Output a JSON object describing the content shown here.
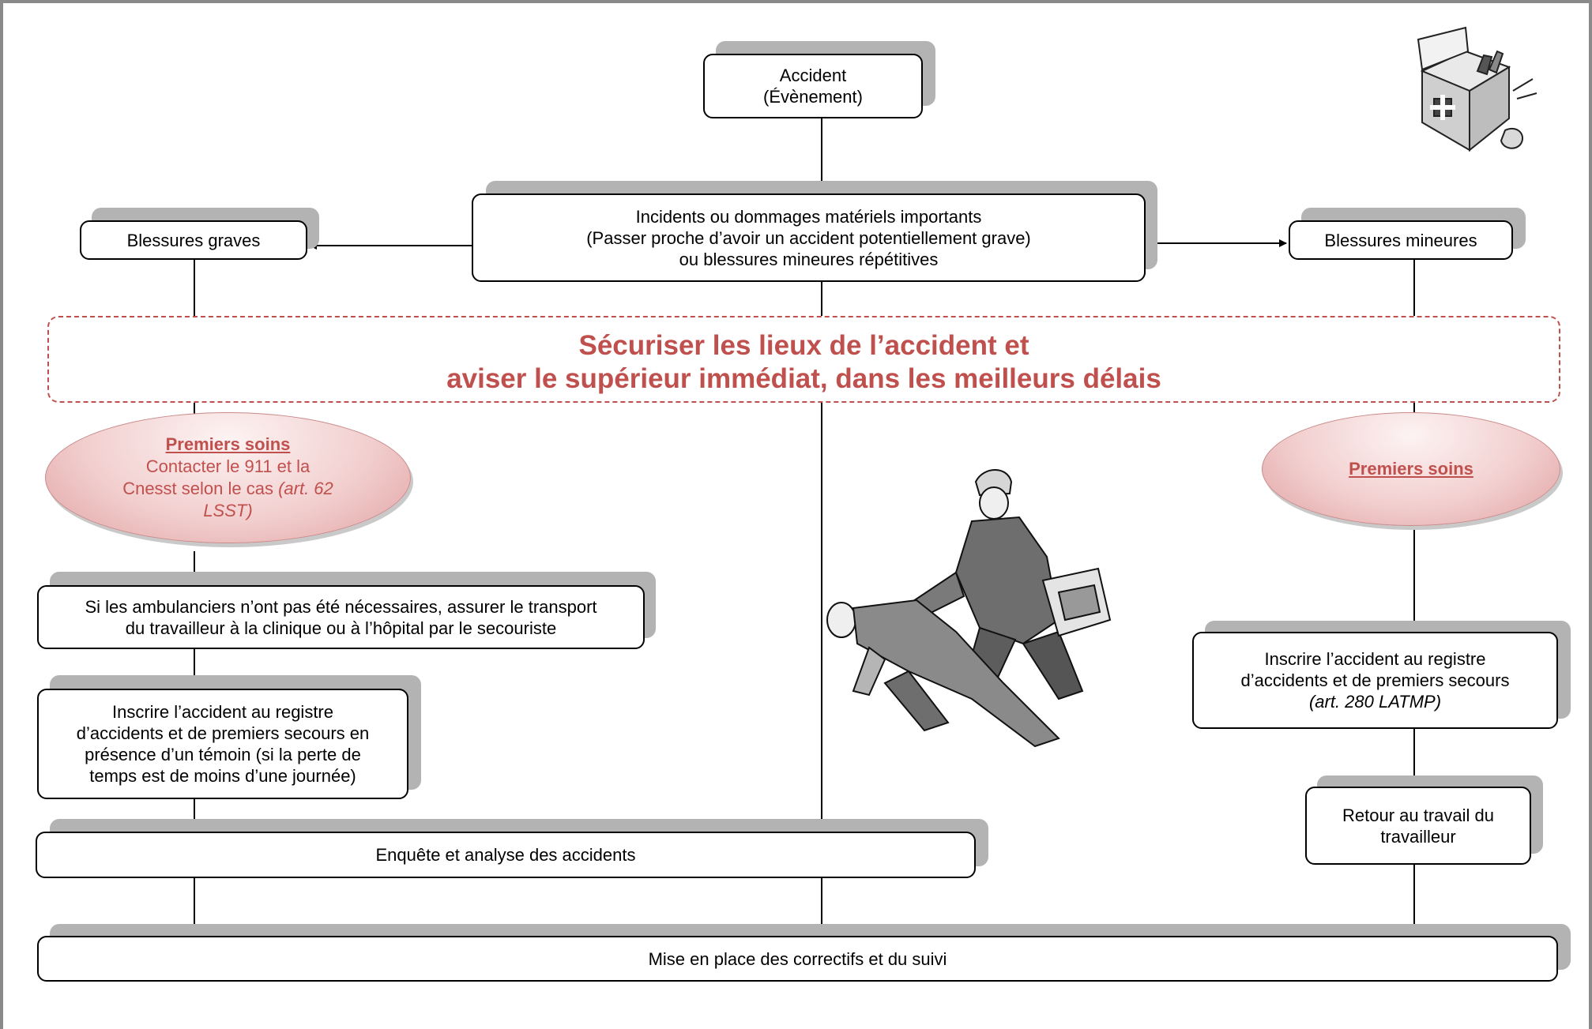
{
  "boxes": {
    "accident": {
      "line1": "Accident",
      "line2": "(Évènement)"
    },
    "incidents": {
      "line1": "Incidents ou dommages matériels importants",
      "line2": "(Passer proche d’avoir un accident potentiellement grave)",
      "line3": "ou blessures mineures répétitives"
    },
    "blessures_graves": "Blessures graves",
    "blessures_mineures": "Blessures mineures",
    "transport": {
      "line1": "Si les ambulanciers n’ont pas été nécessaires, assurer le transport",
      "line2": "du travailleur à la clinique ou à l’hôpital par le secouriste"
    },
    "registre_gauche": {
      "line1": "Inscrire l’accident au registre",
      "line2": "d’accidents et de premiers secours en",
      "line3": "présence d’un témoin (si la perte de",
      "line4": "temps est de moins d’une journée)"
    },
    "registre_droite": {
      "line1": "Inscrire l’accident au registre",
      "line2": "d’accidents et de premiers secours",
      "line3": "(art. 280 LATMP)"
    },
    "retour": {
      "line1": "Retour au travail du",
      "line2": "travailleur"
    },
    "enquete": "Enquête et analyse des accidents",
    "mise_en_place": "Mise en place des correctifs et du suivi"
  },
  "banner": {
    "line1": "Sécuriser les lieux de l’accident et",
    "line2": "aviser le supérieur immédiat, dans les meilleurs délais"
  },
  "ellipses": {
    "left": {
      "title": "Premiers soins",
      "line1": "Contacter le 911 et la",
      "line2": "Cnesst selon le cas ",
      "line2_italic": "(art. 62",
      "line3": "LSST)"
    },
    "right": {
      "title": "Premiers soins"
    }
  },
  "colors": {
    "accent": "#c0504d",
    "shadow": "#b3b3b3",
    "ellipse_fill": "#f2cfcf"
  },
  "icons": [
    "first-aid-kit-icon",
    "first-aid-rescue-illustration"
  ]
}
